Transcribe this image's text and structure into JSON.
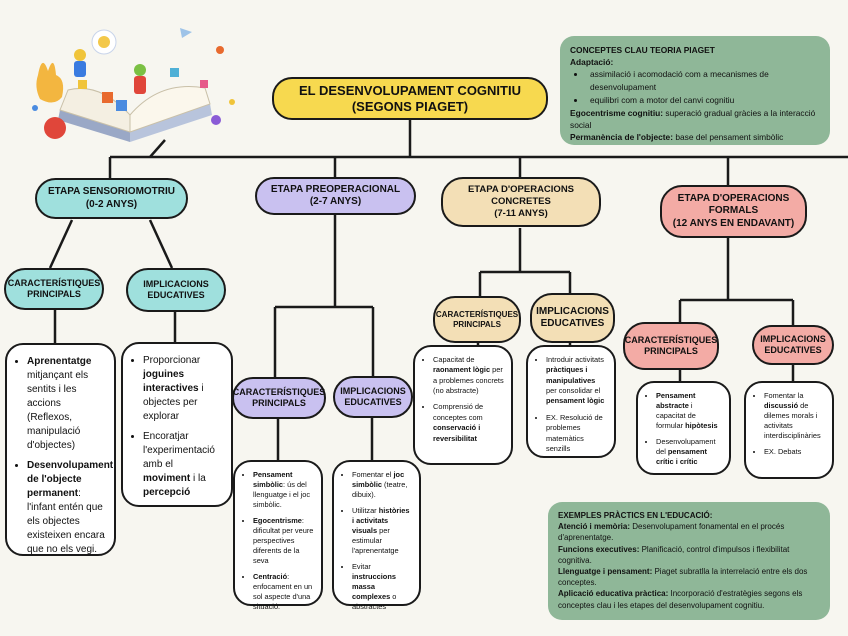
{
  "title": {
    "line1": "EL DESENVOLUPAMENT COGNITIU",
    "line2": "(SEGONS PIAGET)"
  },
  "concepts": {
    "heading": "CONCEPTES CLAU TEORIA PIAGET",
    "adaptation_label": "Adaptació:",
    "adaptation_items": [
      "assimilació i acomodació com a mecanismes de desenvolupament",
      "equilibri com a motor del canvi cognitiu"
    ],
    "ego_label": "Egocentrisme cognitiu:",
    "ego_text": " superació gradual gràcies a la interacció social",
    "perm_label": "Permanència de l'objecte:",
    "perm_text": " base del pensament simbòlic"
  },
  "stages": [
    {
      "label": "ETAPA SENSORIOMOTRIU\n(0-2 ANYS)",
      "color": "#9fe0dd"
    },
    {
      "label": "ETAPA PREOPERACIONAL\n(2-7 ANYS)",
      "color": "#c9c1f0"
    },
    {
      "label": "ETAPA D'OPERACIONS\nCONCRETES\n(7-11 ANYS)",
      "color": "#f3dfb6"
    },
    {
      "label": "ETAPA D'OPERACIONS\nFORMALS\n(12 ANYS EN ENDAVANT)",
      "color": "#f3aba5"
    }
  ],
  "sub": {
    "char": "CARACTERÍSTIQUES\nPRINCIPALS",
    "impl": "IMPLICACIONS\nEDUCATIVES"
  },
  "s1c": {
    "i1": {
      "b": "Aprenentatge",
      "t": " mitjançant els sentits i les accions (Reflexos, manipulació d'objectes)"
    },
    "i2": {
      "b": "Desenvolupament de l'objecte permanent",
      "t": ": l'infant entén que els objectes existeixen encara que no els vegi."
    }
  },
  "s1i": {
    "i1": {
      "a": "Proporcionar ",
      "b": "joguines interactives",
      "t": " i objectes per explorar"
    },
    "i2": {
      "a": "Encoratjar l'experimentació amb el ",
      "b": "moviment",
      "c": " i la ",
      "d": "percepció"
    }
  },
  "s2c": {
    "i1": {
      "b": "Pensament simbòlic",
      "t": ": ús del llenguatge i el joc simbòlic."
    },
    "i2": {
      "b": "Egocentrisme",
      "t": ": dificultat per veure perspectives diferents de la seva"
    },
    "i3": {
      "b": "Centració",
      "t": ": enfocament en un sol aspecte d'una situació."
    }
  },
  "s2i": {
    "i1": {
      "a": "Fomentar el ",
      "b": "joc simbòlic",
      "t": " (teatre, dibuix)."
    },
    "i2": {
      "a": "Utilitzar ",
      "b": "històries i activitats visuals",
      "t": " per estimular l'aprenentatge"
    },
    "i3": {
      "a": "Evitar ",
      "b": "instruccions massa complexes",
      "t": " o abstractes"
    }
  },
  "s3c": {
    "i1": {
      "a": "Capacitat de ",
      "b": "raonament lògic",
      "t": " per a problemes concrets (no abstracte)"
    },
    "i2": {
      "a": "Comprensió de conceptes com ",
      "b": "conservació i reversibilitat"
    }
  },
  "s3i": {
    "i1": {
      "a": "Introduir activitats ",
      "b": "pràctiques i manipulatives",
      "c": " per consolidar el ",
      "d": "pensament lògic"
    },
    "i2": {
      "a": "EX. Resolució de problemes matemàtics senzills"
    }
  },
  "s4c": {
    "i1": {
      "b": "Pensament abstracte",
      "t": " i capacitat de formular ",
      "d": "hipòtesis"
    },
    "i2": {
      "a": "Desenvolupament del ",
      "b": "pensament crític i crític"
    }
  },
  "s4i": {
    "i1": {
      "a": "Fomentar la ",
      "b": "discussió",
      "t": " de dilemes morals i activitats interdisciplinàries"
    },
    "i2": {
      "a": "EX. Debats"
    }
  },
  "examples": {
    "heading": "EXEMPLES PRÀCTICS EN L'EDUCACIÓ:",
    "r1": {
      "b": "Atenció i memòria:",
      "t": " Desenvolupament fonamental en el procés d'aprenentatge."
    },
    "r2": {
      "b": "Funcions executives:",
      "t": " Planificació, control d'impulsos i flexibilitat cognitiva."
    },
    "r3": {
      "b": "Llenguatge i pensament:",
      "t": " Piaget subratlla la interrelació entre els dos conceptes."
    },
    "r4": {
      "b": "Aplicació educativa pràctica:",
      "t": " Incorporació d'estratègies segons els conceptes clau i les etapes del desenvolupament cognitiu."
    }
  },
  "colors": {
    "title": "#f7d94f",
    "note": "#8fb798",
    "line": "#1a1a1a"
  }
}
